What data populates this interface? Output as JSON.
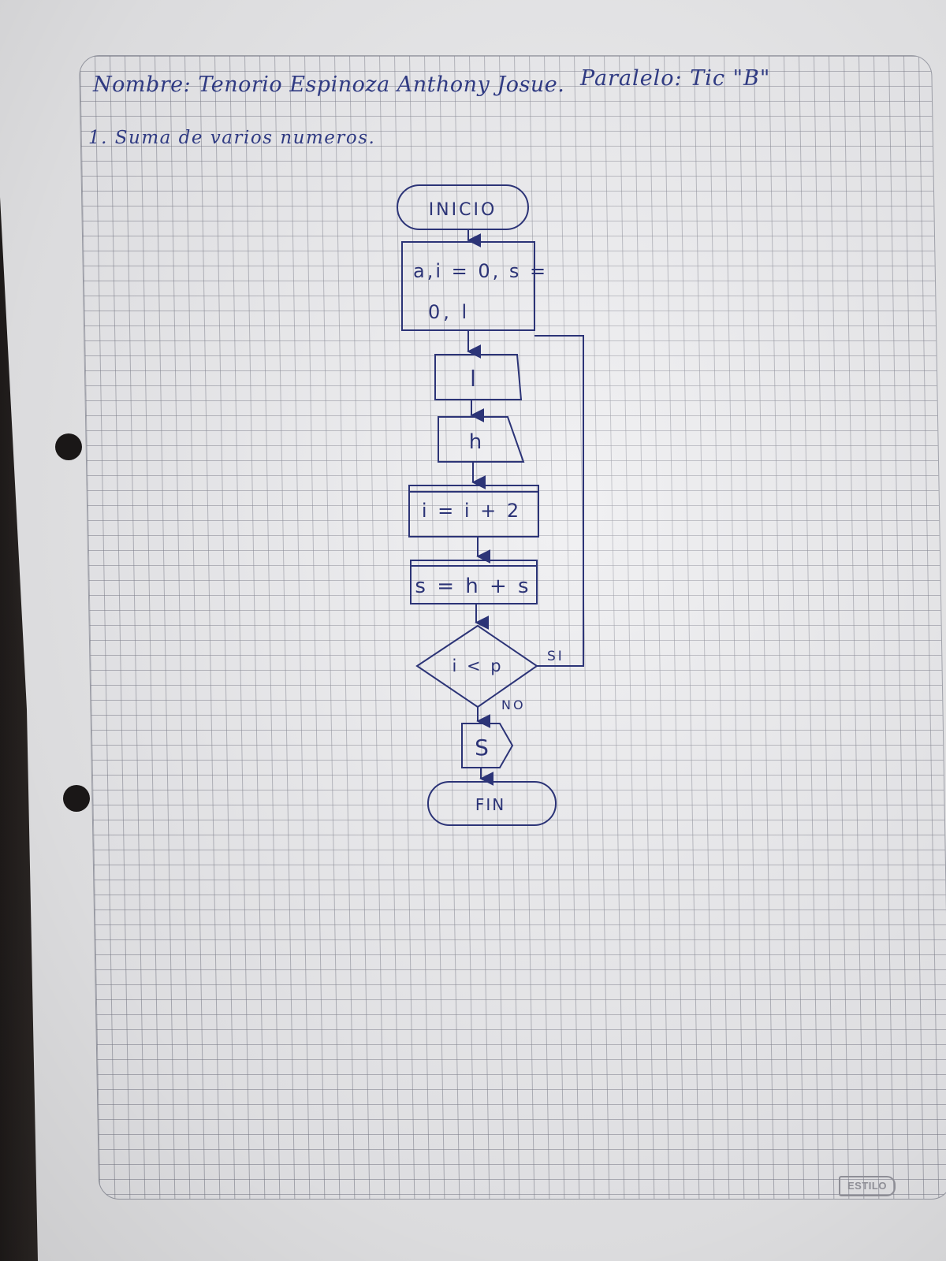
{
  "header": {
    "name_line": "Nombre: Tenorio Espinoza Anthony Josue.",
    "class_line": "Paralelo: Tic \"B\"",
    "exercise_title": "1. Suma de varios numeros."
  },
  "flowchart": {
    "start": "INICIO",
    "init_line1": "a,i = 0, s =",
    "init_line2": "0, l",
    "input_1": "l",
    "input_2": "h",
    "process_1": "i = i + 2",
    "process_2": "s = h + s",
    "decision": "i < p",
    "yes_label": "SI",
    "no_label": "NO",
    "output": "S",
    "end": "FIN"
  },
  "brand": {
    "logo_text": "ESTILO"
  },
  "colors": {
    "ink": "#2c3477",
    "grid": "#9c9ea8",
    "paper": "#e7e7e9"
  }
}
